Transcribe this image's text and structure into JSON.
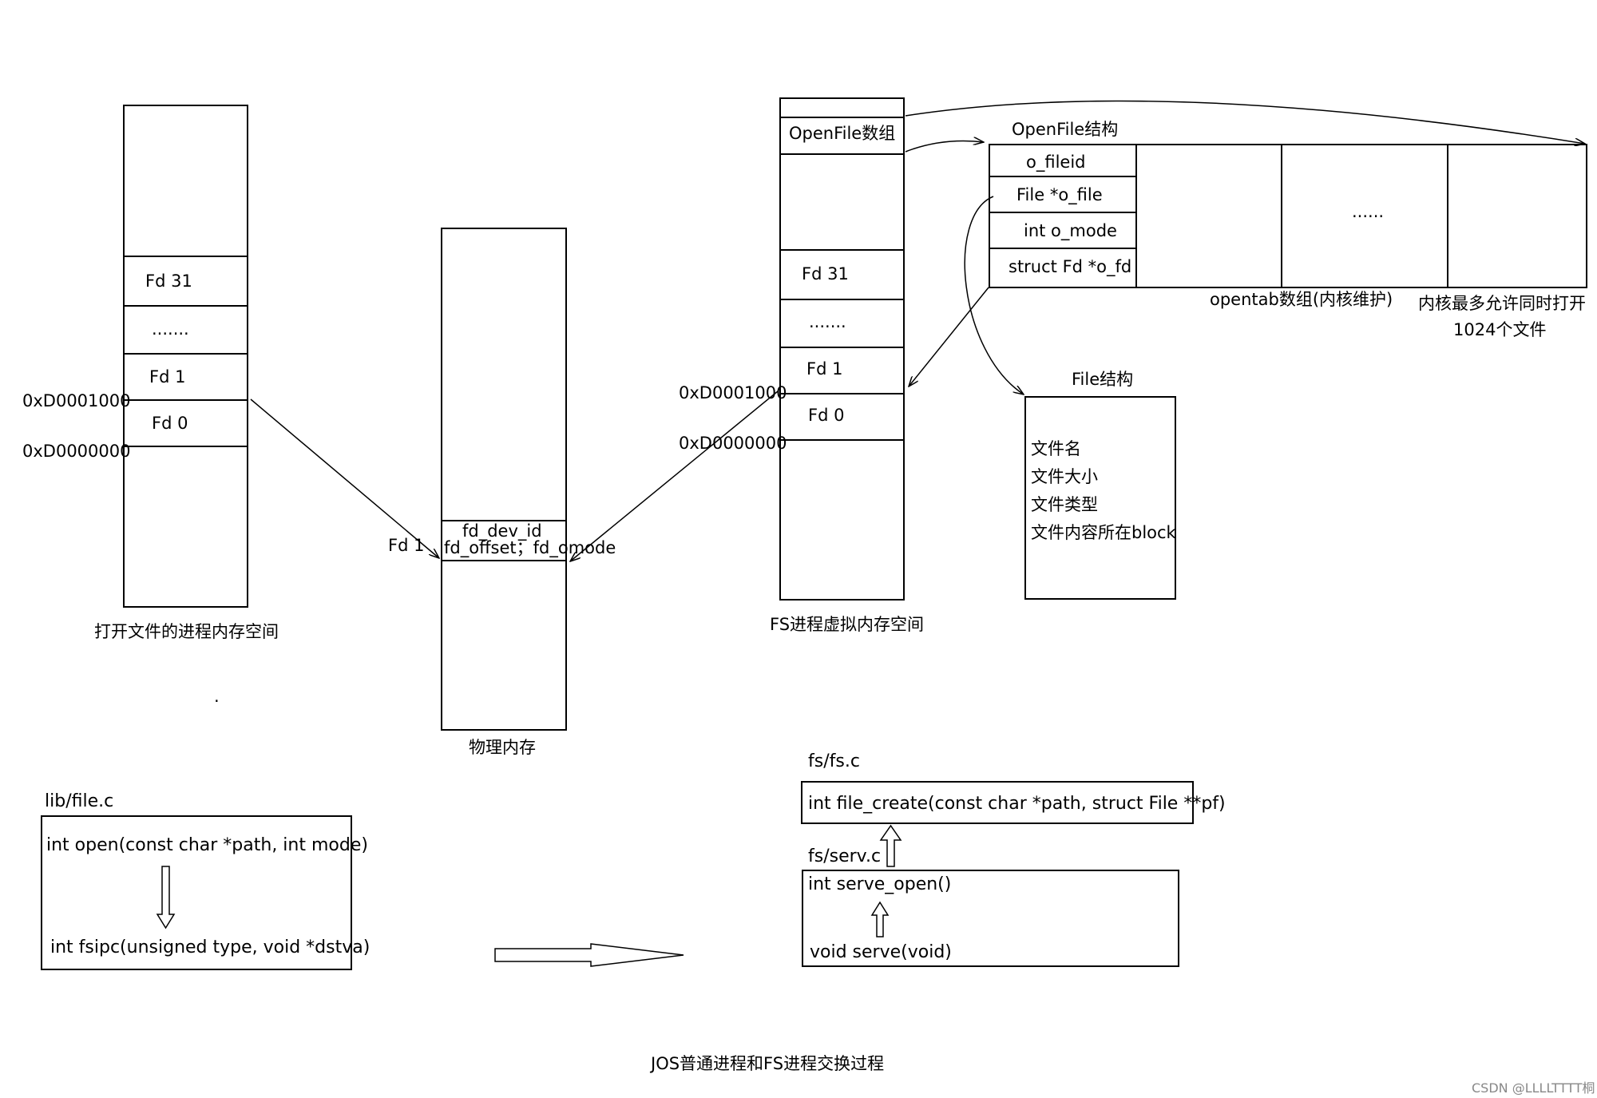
{
  "proc": {
    "cells": [
      "Fd 31",
      ".......",
      "Fd 1",
      "Fd 0"
    ],
    "addr_high": "0xD0001000",
    "addr_low": "0xD0000000",
    "caption": "打开文件的进程内存空间",
    "dot": "."
  },
  "phys": {
    "fd_label": "Fd 1",
    "field1": "fd_dev_id",
    "field2": "fd_offset；fd_omode",
    "caption": "物理内存"
  },
  "fs": {
    "openfile_array": "OpenFile数组",
    "cells": [
      "Fd 31",
      ".......",
      "Fd 1",
      "Fd 0"
    ],
    "addr_high": "0xD0001000",
    "addr_low": "0xD0000000",
    "caption": "FS进程虚拟内存空间"
  },
  "openfile": {
    "title": "OpenFile结构",
    "fields": [
      "o_fileid",
      "File *o_file",
      "int o_mode",
      "struct Fd *o_fd"
    ],
    "dots": "......",
    "opentab_label": "opentab数组(内核维护)",
    "limit_line1": "内核最多允许同时打开",
    "limit_line2": "1024个文件"
  },
  "file": {
    "title": "File结构",
    "fields": [
      "文件名",
      "文件大小",
      "文件类型",
      "文件内容所在block"
    ]
  },
  "lib": {
    "filename": "lib/file.c",
    "line1": "int open(const char *path, int mode)",
    "line2": "int fsipc(unsigned type, void *dstva)"
  },
  "fsfs": {
    "filename": "fs/fs.c",
    "line": "int file_create(const char *path, struct File **pf)"
  },
  "serv": {
    "filename": "fs/serv.c",
    "line1": "int serve_open()",
    "line2": "void serve(void)"
  },
  "footer": {
    "title": "JOS普通进程和FS进程交换过程",
    "watermark": "CSDN @LLLLTTTT桐"
  }
}
